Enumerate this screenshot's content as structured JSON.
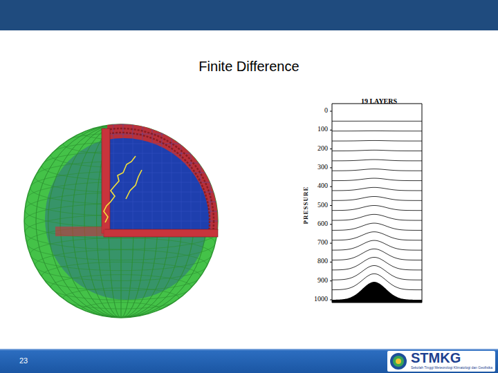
{
  "diagram": {
    "title": "Finite Difference",
    "labels": [
      "19 LAYERS",
      "0",
      "100",
      "200",
      "300",
      "400",
      "500",
      "600",
      "700",
      "800",
      "900",
      "1000",
      "PRESSURE",
      "23",
      "STMKG",
      "Sekolah Tinggi Meteorologi Klimatologi dan Geofisika"
    ]
  }
}
